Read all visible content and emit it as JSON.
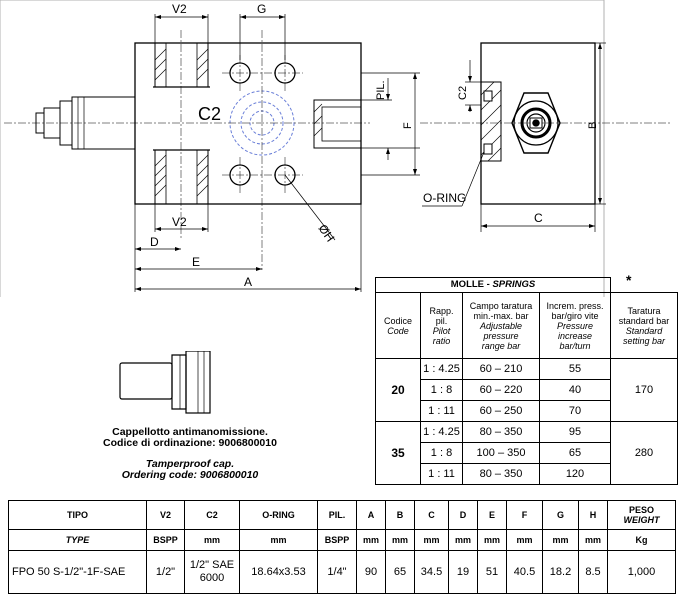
{
  "drawing": {
    "dims": {
      "v2": "V2",
      "g": "G",
      "c2": "C2",
      "pil": "PIL.",
      "f": "F",
      "b": "B",
      "c2_side": "C2",
      "c": "C",
      "oring": "O-RING",
      "h": "ØH",
      "d": "D",
      "e": "E",
      "a": "A"
    },
    "star": "*"
  },
  "cap": {
    "line1": "Cappellotto antimanomissione.",
    "line2": "Codice di ordinazione: 9006800010",
    "line3": "Tamperproof cap.",
    "line4": "Ordering code: 9006800010"
  },
  "springs": {
    "title_it": "MOLLE - ",
    "title_en": "SPRINGS",
    "headers": {
      "codice": "Codice",
      "code": "Code",
      "rapp": "Rapp.",
      "pil": "pil.",
      "pilot": "Pilot",
      "ratio": "ratio",
      "campo1": "Campo taratura",
      "campo2": "min.-max. bar",
      "adj1": "Adjustable",
      "adj2": "pressure",
      "adj3": "range bar",
      "incr1": "Increm. press.",
      "incr2": "bar/giro vite",
      "pinc1": "Pressure",
      "pinc2": "increase",
      "pinc3": "bar/turn",
      "tar1": "Taratura",
      "tar2": "standard bar",
      "std1": "Standard",
      "std2": "setting bar"
    },
    "groups": [
      {
        "code": "20",
        "setting": "170",
        "rows": [
          {
            "ratio": "1 : 4.25",
            "range": "60 – 210",
            "incr": "55"
          },
          {
            "ratio": "1 : 8",
            "range": "60 – 220",
            "incr": "40"
          },
          {
            "ratio": "1 : 11",
            "range": "60 – 250",
            "incr": "70"
          }
        ]
      },
      {
        "code": "35",
        "setting": "280",
        "rows": [
          {
            "ratio": "1 : 4.25",
            "range": "80 – 350",
            "incr": "95"
          },
          {
            "ratio": "1 : 8",
            "range": "100 – 350",
            "incr": "65"
          },
          {
            "ratio": "1 : 11",
            "range": "80 – 350",
            "incr": "120"
          }
        ]
      }
    ]
  },
  "specs": {
    "h1": [
      "TIPO",
      "V2",
      "C2",
      "O-RING",
      "PIL.",
      "A",
      "B",
      "C",
      "D",
      "E",
      "F",
      "G",
      "H",
      "PESO"
    ],
    "weight_en": "WEIGHT",
    "h2": [
      "TYPE",
      "BSPP",
      "mm",
      "mm",
      "BSPP",
      "mm",
      "mm",
      "mm",
      "mm",
      "mm",
      "mm",
      "mm",
      "mm",
      "Kg"
    ],
    "row": {
      "tipo": "FPO 50 S-1/2\"-1F-SAE",
      "v2": "1/2\"",
      "c2a": "1/2\" SAE",
      "c2b": "6000",
      "oring": "18.64x3.53",
      "pil": "1/4\"",
      "a": "90",
      "b": "65",
      "c": "34.5",
      "d": "19",
      "e": "51",
      "f": "40.5",
      "g": "18.2",
      "h": "8.5",
      "peso": "1,000"
    }
  }
}
